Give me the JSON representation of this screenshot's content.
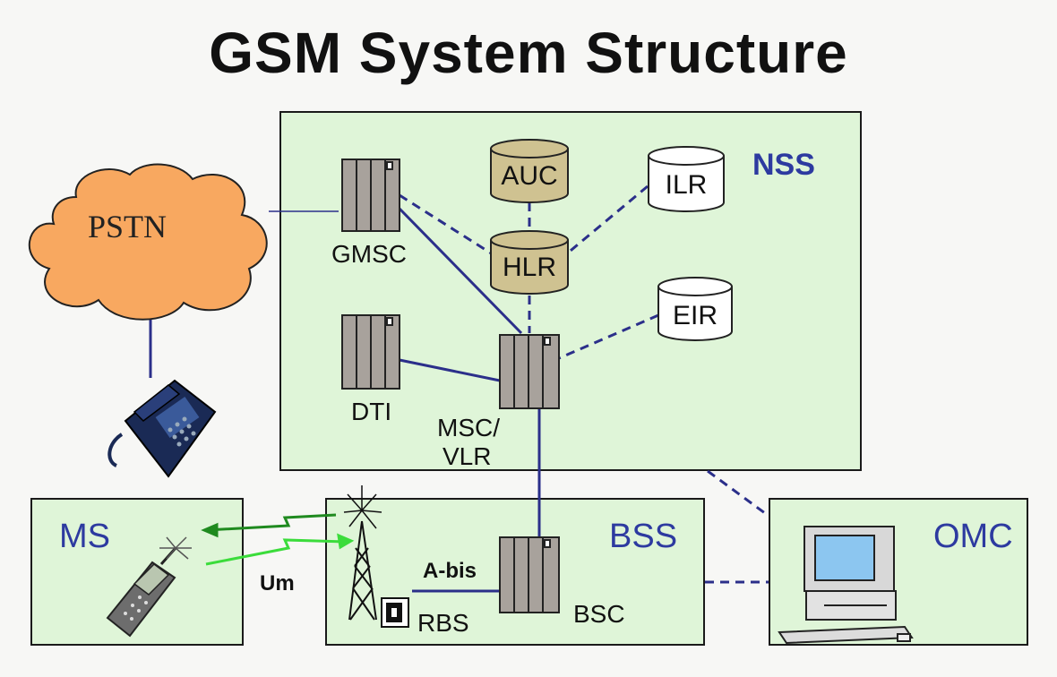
{
  "title": "GSM System Structure",
  "regions": {
    "nss": "NSS",
    "ms": "MS",
    "bss": "BSS",
    "omc": "OMC"
  },
  "nodes": {
    "pstn": "PSTN",
    "gmsc": "GMSC",
    "dti": "DTI",
    "msc_vlr_line1": "MSC/",
    "msc_vlr_line2": "VLR",
    "auc": "AUC",
    "hlr": "HLR",
    "ilr": "ILR",
    "eir": "EIR",
    "bsc": "BSC",
    "rbs": "RBS"
  },
  "links": {
    "um": "Um",
    "abis": "A-bis"
  },
  "colors": {
    "region_fill": "#dff5d8",
    "region_label": "#2d3aa0",
    "db_gold": "#cfc291",
    "db_white": "#ffffff",
    "cloud": "#f8a860",
    "link": "#2b2f8a",
    "radio_dark": "#1f8a1f",
    "radio_light": "#3bdc3b"
  },
  "icons": [
    "cloud-icon",
    "desk-phone-icon",
    "mobile-phone-icon",
    "antenna-tower-icon",
    "server-cabinet-icon",
    "database-icon",
    "computer-icon"
  ]
}
